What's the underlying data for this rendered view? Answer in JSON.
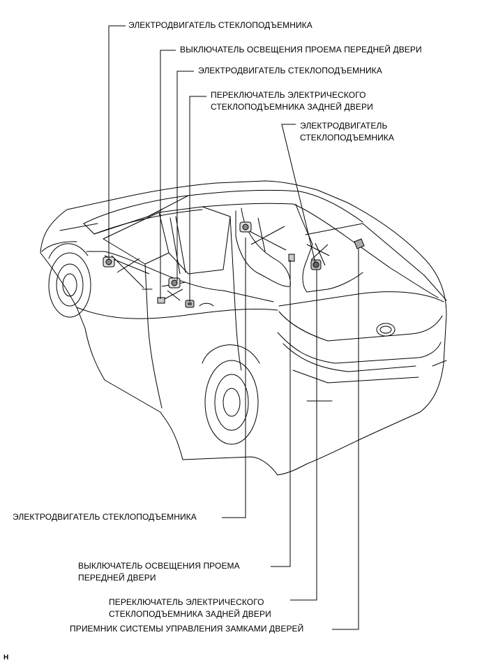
{
  "labels": {
    "top_motor_1": "ЭЛЕКТРОДВИГАТЕЛЬ СТЕКЛОПОДЪЕМНИКА",
    "top_courtesy_switch": "ВЫКЛЮЧАТЕЛЬ ОСВЕЩЕНИЯ ПРОЕМА ПЕРЕДНЕЙ ДВЕРИ",
    "top_motor_2": "ЭЛЕКТРОДВИГАТЕЛЬ СТЕКЛОПОДЪЕМНИКА",
    "top_rear_switch_line1": "ПЕРЕКЛЮЧАТЕЛЬ ЭЛЕКТРИЧЕСКОГО",
    "top_rear_switch_line2": "СТЕКЛОПОДЪЕМНИКА ЗАДНЕЙ ДВЕРИ",
    "top_motor_3_line1": "ЭЛЕКТРОДВИГАТЕЛЬ",
    "top_motor_3_line2": "СТЕКЛОПОДЪЕМНИКА",
    "bottom_motor": "ЭЛЕКТРОДВИГАТЕЛЬ СТЕКЛОПОДЪЕМНИКА",
    "bottom_courtesy_switch_line1": "ВЫКЛЮЧАТЕЛЬ ОСВЕЩЕНИЯ ПРОЕМА",
    "bottom_courtesy_switch_line2": "ПЕРЕДНЕЙ ДВЕРИ",
    "bottom_rear_switch_line1": "ПЕРЕКЛЮЧАТЕЛЬ ЭЛЕКТРИЧЕСКОГО",
    "bottom_rear_switch_line2": "СТЕКЛОПОДЪЕМНИКА ЗАДНЕЙ ДВЕРИ",
    "bottom_receiver": "ПРИЕМНИК СИСТЕМЫ УПРАВЛЕНИЯ ЗАМКАМИ ДВЕРЕЙ"
  },
  "figure_ref": "H"
}
